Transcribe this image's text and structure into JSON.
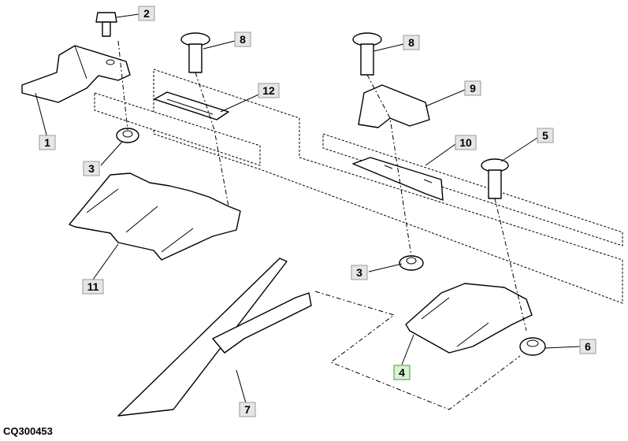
{
  "figure_ref": "CQ300453",
  "callouts": [
    {
      "num": "1"
    },
    {
      "num": "2"
    },
    {
      "num": "3"
    },
    {
      "num": "3"
    },
    {
      "num": "4",
      "highlight": true
    },
    {
      "num": "5"
    },
    {
      "num": "6"
    },
    {
      "num": "7"
    },
    {
      "num": "8"
    },
    {
      "num": "8"
    },
    {
      "num": "9"
    },
    {
      "num": "10"
    },
    {
      "num": "11"
    },
    {
      "num": "12"
    }
  ],
  "colors": {
    "line": "#000000",
    "callout_fill": "#e6e6e6",
    "highlight_fill": "#d9f2d0"
  }
}
